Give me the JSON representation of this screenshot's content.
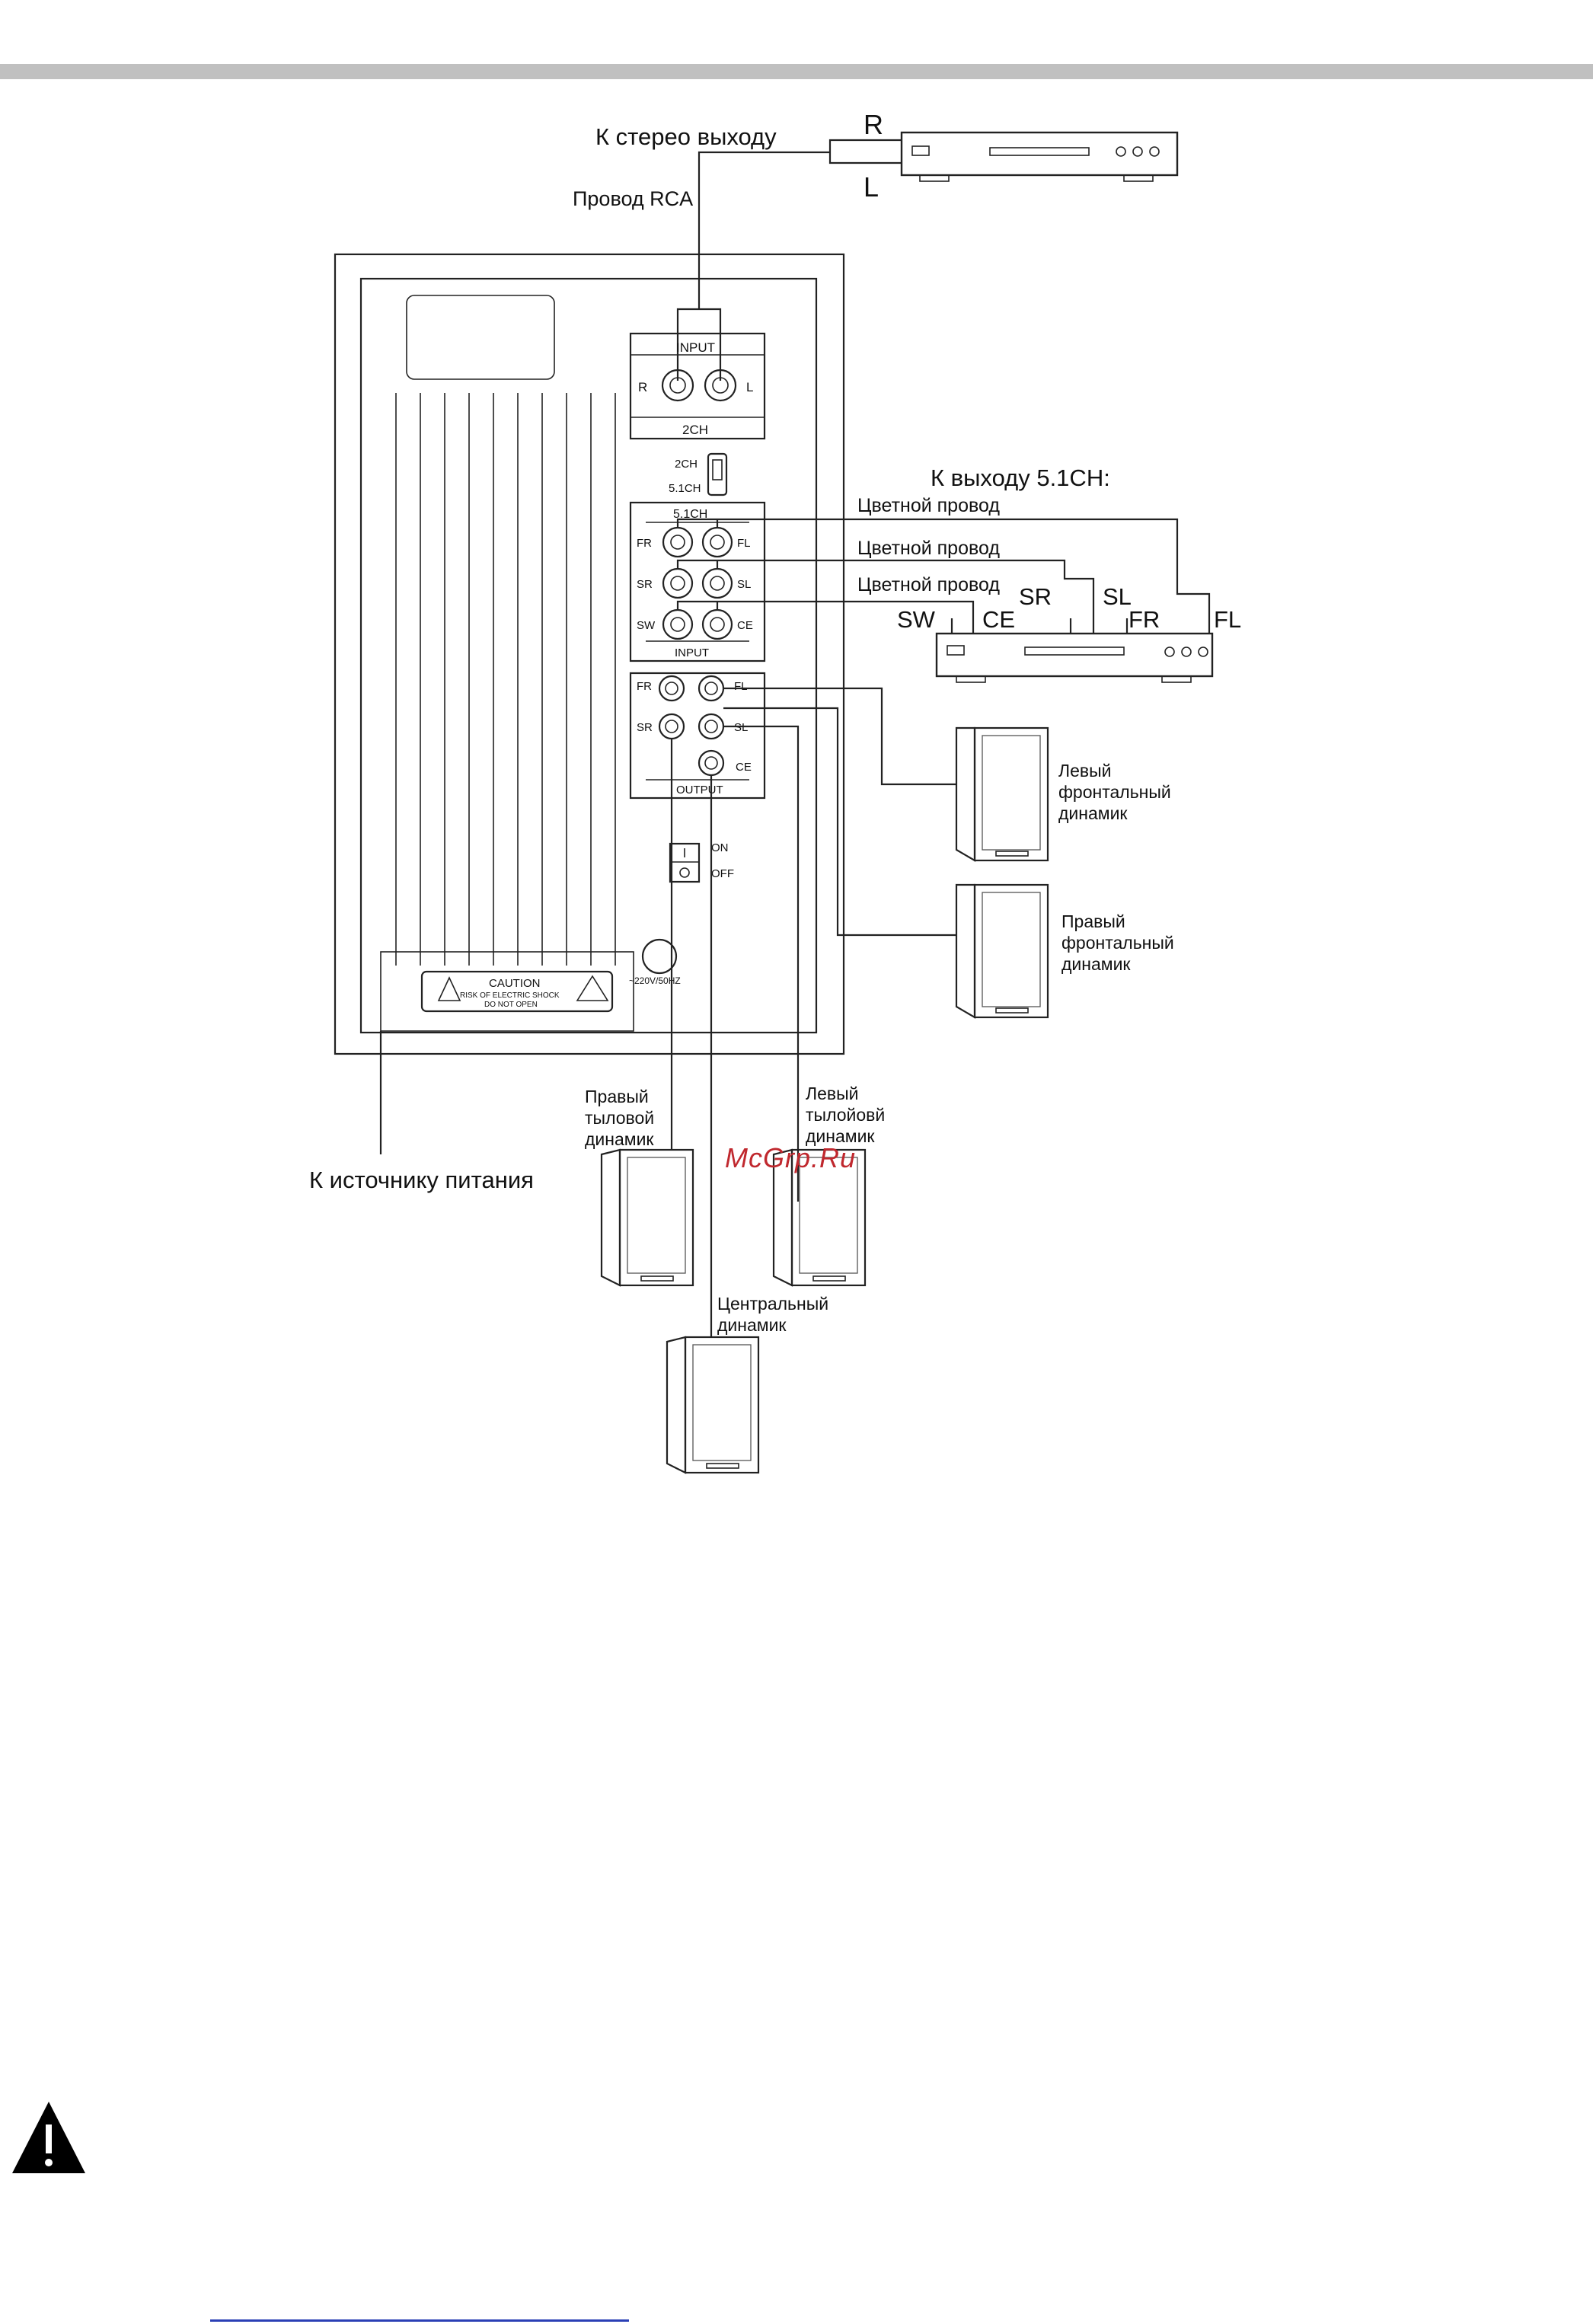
{
  "labels": {
    "stereo_out": "К стерео выходу",
    "r": "R",
    "l": "L",
    "rca_wire": "Провод RCA",
    "out_51ch": "К выходу 5.1CH:",
    "color_wire_1": "Цветной провод",
    "color_wire_2": "Цветной провод",
    "color_wire_3": "Цветной провод",
    "sw": "SW",
    "ce": "CE",
    "sr": "SR",
    "sl": "SL",
    "fr": "FR",
    "fl": "FL",
    "power": "К источнику питания"
  },
  "panel": {
    "input_title": "INPUT",
    "input_r": "R",
    "input_l": "L",
    "ch2": "2CH",
    "sw_2ch": "2CH",
    "sw_51ch": "5.1CH",
    "in51_title": "5.1CH",
    "in51_fr": "FR",
    "in51_fl": "FL",
    "in51_sr": "SR",
    "in51_sl": "SL",
    "in51_sw": "SW",
    "in51_ce": "CE",
    "in51_bottom": "INPUT",
    "out_fr": "FR",
    "out_fl": "FL",
    "out_sr": "SR",
    "out_sl": "SL",
    "out_ce": "CE",
    "out_title": "OUTPUT",
    "on": "ON",
    "off": "OFF",
    "caution": "CAUTION",
    "caution_line1": "RISK OF ELECTRIC SHOCK",
    "caution_line2": "DO NOT OPEN",
    "voltage": "~220V/50HZ"
  },
  "speakers": {
    "left_front": [
      "Левый",
      "фронтальный",
      "динамик"
    ],
    "right_front": [
      "Правый",
      "фронтальный",
      "динамик"
    ],
    "right_rear": [
      "Правый",
      "тыловой",
      "динамик"
    ],
    "left_rear": [
      "Левый",
      "тылойовй",
      "динамик"
    ],
    "center": [
      "Центральный",
      "динамик"
    ]
  },
  "watermark": "McGrp.Ru"
}
